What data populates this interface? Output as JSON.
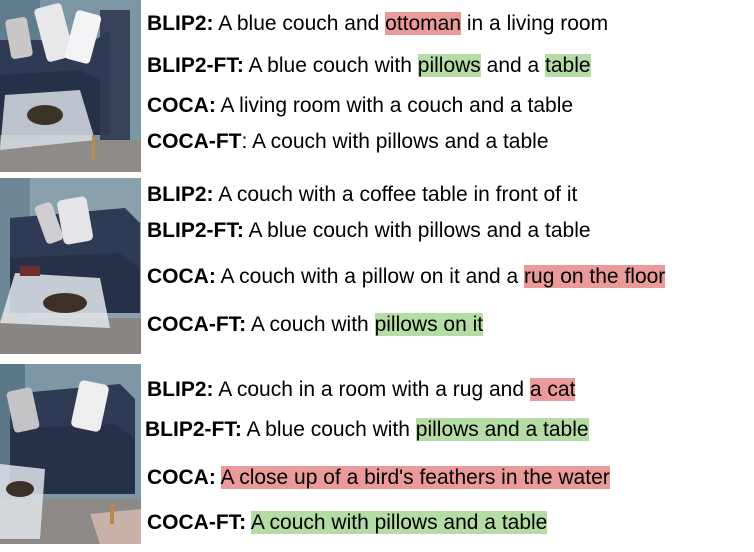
{
  "groups": [
    {
      "captions": [
        {
          "model": "BLIP2:",
          "segments": [
            {
              "text": " A blue couch and "
            },
            {
              "text": "ottoman",
              "hl": "red"
            },
            {
              "text": " in a living room"
            }
          ]
        },
        {
          "model": "BLIP2-FT:",
          "segments": [
            {
              "text": " A blue couch with "
            },
            {
              "text": "pillows",
              "hl": "green"
            },
            {
              "text": " and a "
            },
            {
              "text": "table",
              "hl": "green"
            }
          ]
        },
        {
          "model": "COCA:",
          "segments": [
            {
              "text": " A living room with a couch and a table"
            }
          ]
        },
        {
          "model": "COCA-FT",
          "segments": [
            {
              "text": ": A couch with pillows and a table"
            }
          ]
        }
      ]
    },
    {
      "captions": [
        {
          "model": "BLIP2:",
          "segments": [
            {
              "text": " A couch with a coffee table in front of it"
            }
          ]
        },
        {
          "model": "BLIP2-FT:",
          "segments": [
            {
              "text": " A blue couch with pillows and a table"
            }
          ]
        },
        {
          "model": "COCA:",
          "segments": [
            {
              "text": " A couch with a pillow on it and a "
            },
            {
              "text": "rug on the floor",
              "hl": "red"
            }
          ]
        },
        {
          "model": "COCA-FT:",
          "segments": [
            {
              "text": " A couch with "
            },
            {
              "text": "pillows on it",
              "hl": "green"
            }
          ]
        }
      ]
    },
    {
      "captions": [
        {
          "model": "BLIP2:",
          "segments": [
            {
              "text": " A couch in a room with a rug and "
            },
            {
              "text": "a cat",
              "hl": "red"
            }
          ]
        },
        {
          "model": "BLIP2-FT:",
          "segments": [
            {
              "text": " A blue couch with "
            },
            {
              "text": "pillows and a table",
              "hl": "green"
            }
          ]
        },
        {
          "model": "COCA:",
          "segments": [
            {
              "text": " "
            },
            {
              "text": "A close up of a bird's feathers in the water",
              "hl": "red"
            }
          ]
        },
        {
          "model": "COCA-FT:",
          "segments": [
            {
              "text": " "
            },
            {
              "text": "A couch with pillows and a table",
              "hl": "green"
            }
          ]
        }
      ]
    }
  ],
  "colors": {
    "highlight_red": "#eb9a9a",
    "highlight_green": "#b6dca6",
    "couch": "#2f3a55",
    "wall": "#7f9aa8",
    "floor": "#8e8a88"
  }
}
